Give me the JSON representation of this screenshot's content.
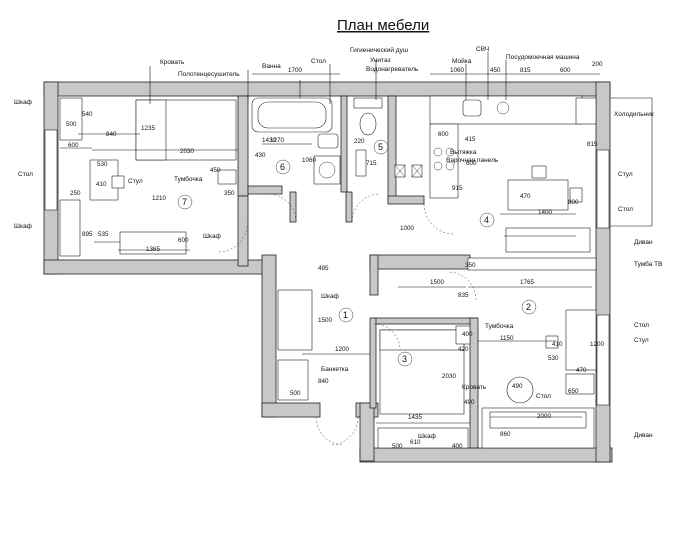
{
  "title": "План мебели",
  "labels": [
    {
      "id": "shkaf-top-left",
      "text": "Шкаф"
    },
    {
      "id": "krovat-top",
      "text": "Кровать"
    },
    {
      "id": "polotencesushitel",
      "text": "Полотенцесушитель"
    },
    {
      "id": "vanna",
      "text": "Ванна"
    },
    {
      "id": "stol-top",
      "text": "Стол"
    },
    {
      "id": "gigienicheskiy-dush",
      "text": "Гигиенический душ"
    },
    {
      "id": "unitaz",
      "text": "Унитаз"
    },
    {
      "id": "vodonagrevatel",
      "text": "Водонагреватель"
    },
    {
      "id": "moyka",
      "text": "Мойка"
    },
    {
      "id": "svch",
      "text": "СВЧ"
    },
    {
      "id": "posudomoechnaya",
      "text": "Посудомоечная машина"
    },
    {
      "id": "holodilnik",
      "text": "Холодильник"
    },
    {
      "id": "vytyazhka",
      "text": "Вытяжка"
    },
    {
      "id": "varochnaya",
      "text": "Варочная панель"
    },
    {
      "id": "stol-left",
      "text": "Стол"
    },
    {
      "id": "stul-room7",
      "text": "Стул"
    },
    {
      "id": "tumbochka-room7",
      "text": "Тумбочка"
    },
    {
      "id": "shkaf-left",
      "text": "Шкаф"
    },
    {
      "id": "shkaf-room7",
      "text": "Шкаф"
    },
    {
      "id": "stul-kitchen",
      "text": "Стул"
    },
    {
      "id": "stol-kitchen",
      "text": "Стол"
    },
    {
      "id": "divan-kitchen",
      "text": "Диван"
    },
    {
      "id": "tumba-tv",
      "text": "Тумба ТВ"
    },
    {
      "id": "shkaf-corridor",
      "text": "Шкаф"
    },
    {
      "id": "tumbochka-room3",
      "text": "Тумбочка"
    },
    {
      "id": "stol-room2",
      "text": "Стол"
    },
    {
      "id": "stul-room2",
      "text": "Стул"
    },
    {
      "id": "banketka",
      "text": "Банкетка"
    },
    {
      "id": "krovat-room3",
      "text": "Кровать"
    },
    {
      "id": "stol-round",
      "text": "Стол"
    },
    {
      "id": "shkaf-room3",
      "text": "Шкаф"
    },
    {
      "id": "divan-room2",
      "text": "Диван"
    }
  ],
  "dimensions": [
    "200",
    "1700",
    "1060",
    "450",
    "815",
    "600",
    "540",
    "500",
    "840",
    "1235",
    "600",
    "2030",
    "1270",
    "430",
    "220",
    "715",
    "600",
    "415",
    "600",
    "815",
    "530",
    "410",
    "450",
    "350",
    "1060",
    "915",
    "470",
    "800",
    "1400",
    "1210",
    "250",
    "895",
    "535",
    "1365",
    "600",
    "1430",
    "1000",
    "495",
    "1500",
    "350",
    "1500",
    "1765",
    "835",
    "1200",
    "400",
    "420",
    "1150",
    "410",
    "1200",
    "530",
    "470",
    "840",
    "500",
    "2030",
    "490",
    "650",
    "490",
    "1435",
    "2000",
    "860",
    "500",
    "400",
    "610"
  ],
  "rooms": [
    "1",
    "2",
    "3",
    "4",
    "5",
    "6",
    "7"
  ]
}
